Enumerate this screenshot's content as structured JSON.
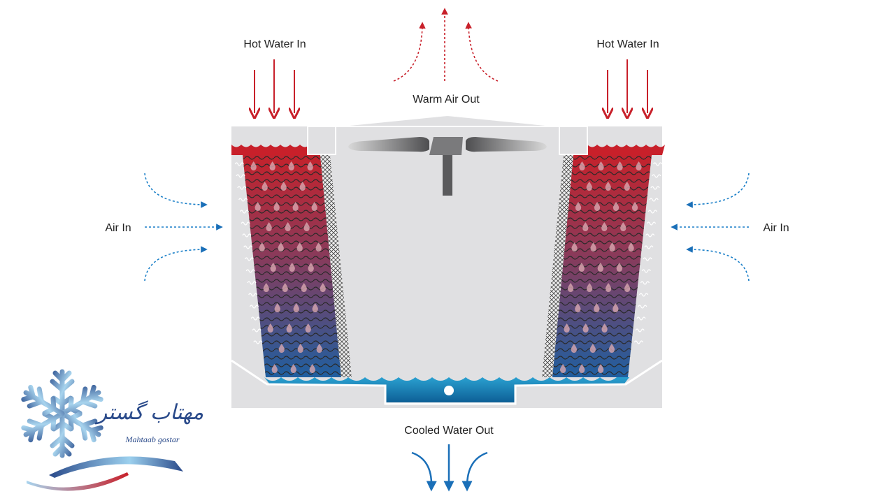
{
  "labels": {
    "hot_water_in_left": "Hot Water In",
    "hot_water_in_right": "Hot Water In",
    "warm_air_out": "Warm Air Out",
    "air_in_left": "Air In",
    "air_in_right": "Air In",
    "cooled_water_out": "Cooled Water Out"
  },
  "logo": {
    "persian_name": "مهتاب گستر",
    "latin_name": "Mahtaab gostar"
  },
  "colors": {
    "hot": "#c8202a",
    "cold": "#1a6fb0",
    "water": "#1a8cc0",
    "housing": "#e0e0e2",
    "fan": "#5a5a5c"
  }
}
